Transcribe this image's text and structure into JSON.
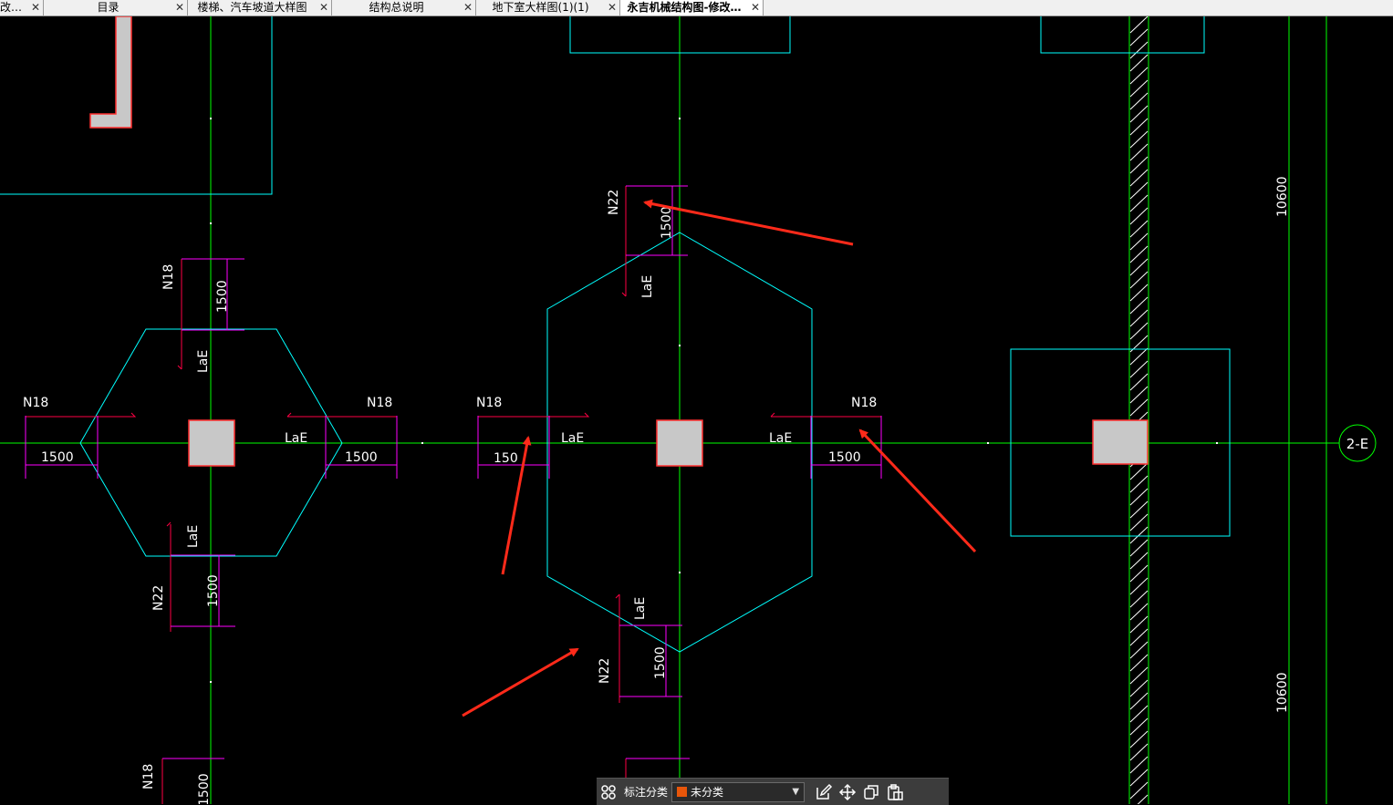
{
  "tabs": [
    {
      "label": "改…",
      "active": false
    },
    {
      "label": "目录",
      "active": false
    },
    {
      "label": "楼梯、汽车坡道大样图",
      "active": false
    },
    {
      "label": "结构总说明",
      "active": false
    },
    {
      "label": "地下室大样图(1)(1)",
      "active": false
    },
    {
      "label": "永吉机械结构图-修改…",
      "active": true
    }
  ],
  "close_glyph": "✕",
  "drawing": {
    "labels": {
      "n18": "N18",
      "n22": "N22",
      "lae": "LaE",
      "dim_1500": "1500",
      "dim_1500_clipped": "150",
      "dim_10600": "10600",
      "axis_bubble": "2-E"
    },
    "colors": {
      "background": "#000000",
      "axis": "#00ff00",
      "outline": "#00ffff",
      "dimension": "#ff00ff",
      "rebar": "#ff0044",
      "arrow": "#ff2a1a",
      "column_fill": "#c8c8c8",
      "column_edge": "#ff3030"
    }
  },
  "toolbar": {
    "grid_icon": "grid-icon",
    "category_label": "标注分类",
    "category_value": "未分类",
    "swatch_color": "#e8560a",
    "edit_icon": "edit-icon",
    "move_icon": "move-icon",
    "copy_icon": "copy-icon",
    "paste_icon": "paste-icon"
  }
}
